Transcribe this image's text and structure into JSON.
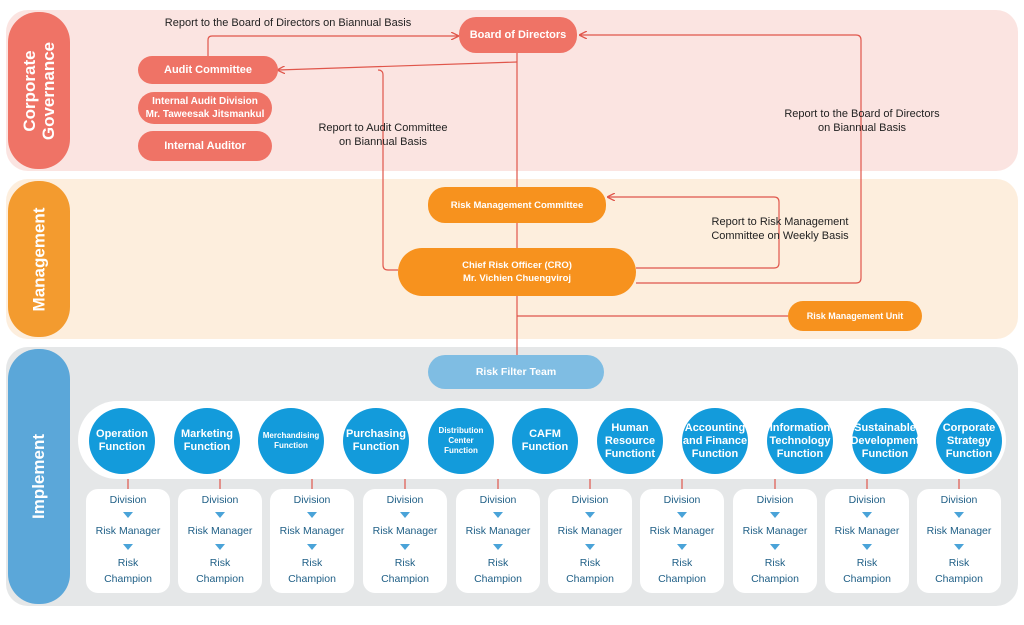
{
  "sections": {
    "governance": "Corporate\nGovernance",
    "management": "Management",
    "implement": "Implement"
  },
  "governance": {
    "board": "Board of Directors",
    "audit_committee": "Audit Committee",
    "internal_audit_division_line1": "Internal Audit Division",
    "internal_audit_division_line2": "Mr. Taweesak Jitsmankul",
    "internal_auditor": "Internal Auditor"
  },
  "management": {
    "rmc": "Risk Management Committee",
    "cro_line1": "Chief Risk Officer (CRO)",
    "cro_line2": "Mr. Vichien Chuengviroj",
    "rmu": "Risk Management Unit"
  },
  "annotations": {
    "top_left": "Report to the Board of Directors on Biannual Basis",
    "audit_line1": "Report to Audit Committee",
    "audit_line2": "on Biannual Basis",
    "right_line1": "Report to the Board of Directors",
    "right_line2": "on Biannual Basis",
    "rmc_line1": "Report to Risk Management",
    "rmc_line2": "Committee on Weekly Basis"
  },
  "implement": {
    "risk_filter_team": "Risk Filter Team",
    "functions": [
      {
        "l1": "Operation",
        "l2": "Function",
        "l3": ""
      },
      {
        "l1": "Marketing",
        "l2": "Function",
        "l3": ""
      },
      {
        "l1": "Merchandising",
        "l2": "Function",
        "l3": ""
      },
      {
        "l1": "Purchasing",
        "l2": "Function",
        "l3": ""
      },
      {
        "l1": "Distribution",
        "l2": "Center",
        "l3": "Function"
      },
      {
        "l1": "CAFM",
        "l2": "Function",
        "l3": ""
      },
      {
        "l1": "Human",
        "l2": "Resource",
        "l3": "Functiont"
      },
      {
        "l1": "Accounting",
        "l2": "and Finance",
        "l3": "Function"
      },
      {
        "l1": "Information",
        "l2": "Technology",
        "l3": "Function"
      },
      {
        "l1": "Sustainable",
        "l2": "Development",
        "l3": "Function"
      },
      {
        "l1": "Corporate",
        "l2": "Strategy",
        "l3": "Function"
      }
    ],
    "card": {
      "division": "Division",
      "risk_manager": "Risk Manager",
      "risk_line1": "Risk",
      "risk_line2": "Champion"
    }
  },
  "colors": {
    "governance": "#ef7366",
    "management": "#f7921e",
    "implement": "#139bdb"
  }
}
